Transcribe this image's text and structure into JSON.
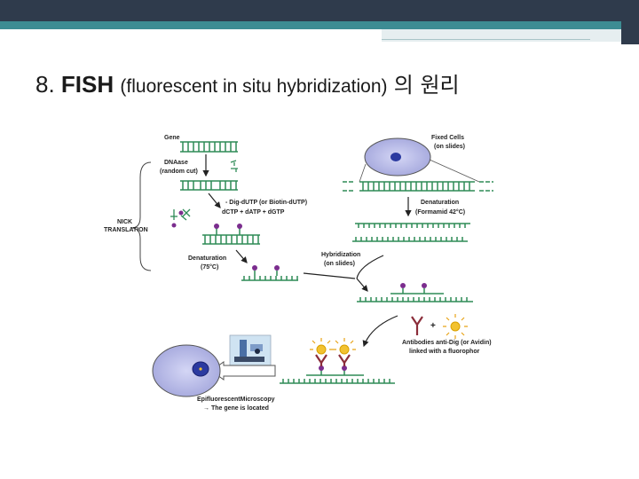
{
  "slide": {
    "title_number": "8.",
    "title_main": "FISH",
    "title_sub": "(fluorescent in situ hybridization)",
    "title_korean": "의 원리"
  },
  "diagram": {
    "gene": "Gene",
    "dnaase_1": "DNAase",
    "dnaase_2": "(random cut)",
    "dig_1": "- Dig-dUTP (or Biotin-dUTP)",
    "dig_2": "dCTP + dATP + dGTP",
    "nick_1": "NICK",
    "nick_2": "TRANSLATION",
    "denat_left_1": "Denaturation",
    "denat_left_2": "(75°C)",
    "fixed_1": "Fixed Cells",
    "fixed_2": "(on slides)",
    "denat_right_1": "Denaturation",
    "denat_right_2": "(Formamid 42°C)",
    "hyb_1": "Hybridization",
    "hyb_2": "(on slides)",
    "plus": "+",
    "antibody_1": "Antibodies anti-Dig (or Avidin)",
    "antibody_2": "linked with a fluorophor",
    "micro_1": "EpifluorescentMicroscopy",
    "micro_2": "→ The gene is located"
  },
  "colors": {
    "topbar": "#2f3b4c",
    "accent": "#3d8c93",
    "dna": "#2e8b57",
    "probe": "#7b2d8e",
    "antibody": "#8b2d3a",
    "fluor": "#f2c230",
    "cell": "#b7b9e8",
    "nucleus": "#2b3aa0"
  }
}
